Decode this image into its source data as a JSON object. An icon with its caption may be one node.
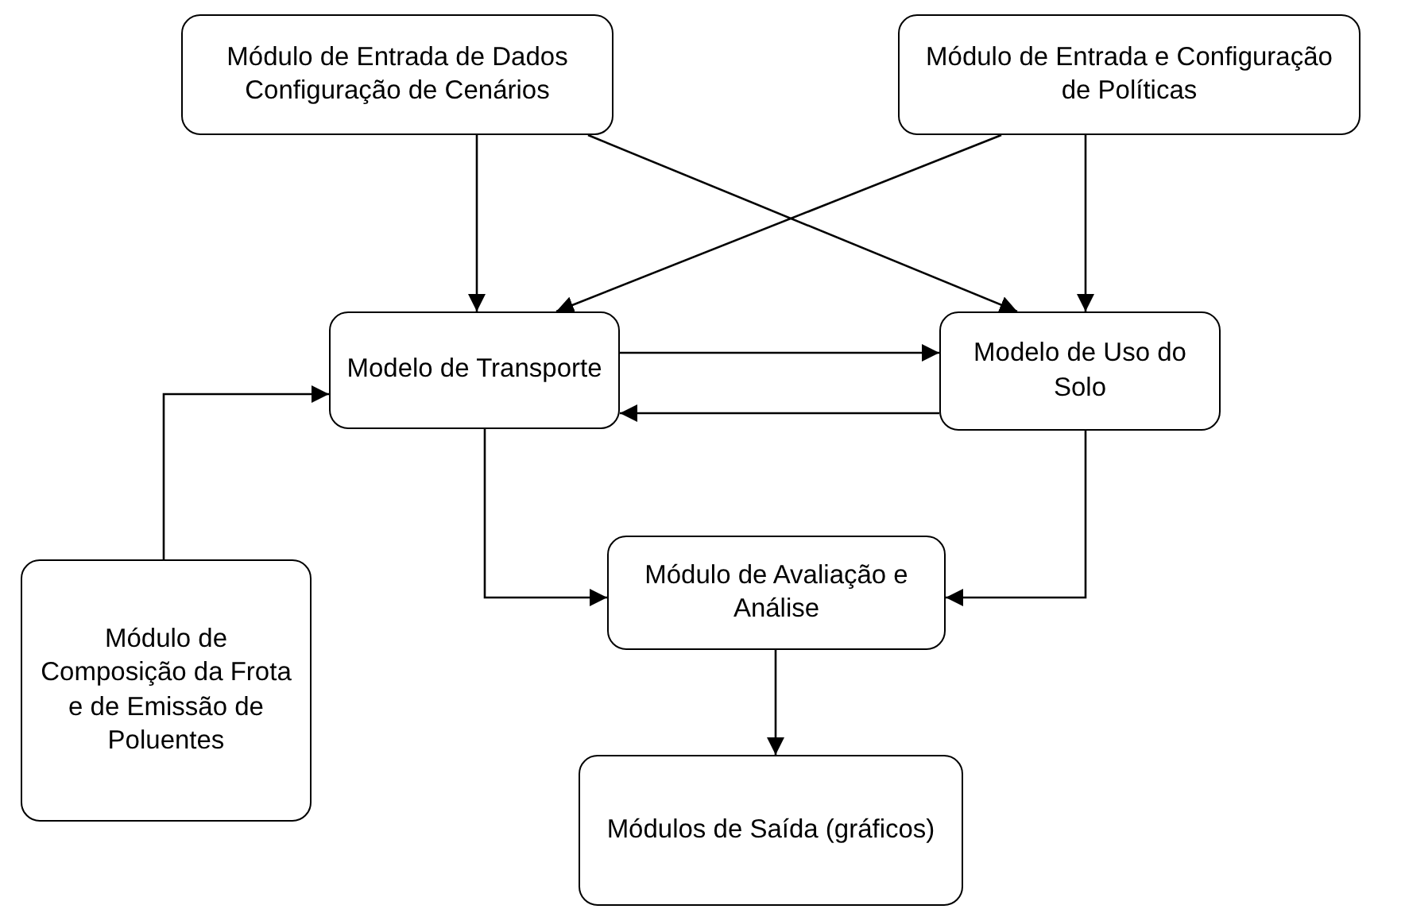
{
  "diagram": {
    "nodes": [
      {
        "text": [
          "Módulo de Entrada de Dados Configuração de Cenários"
        ]
      },
      {
        "text": [
          "Módulo de Entrada e Configuração de Políticas"
        ]
      },
      {
        "text": [
          "Modelo de Transporte"
        ]
      },
      {
        "text": [
          "Modelo de Uso do Solo"
        ]
      },
      {
        "text": [
          "Módulo de Avaliação e Análise"
        ]
      },
      {
        "text": [
          "Módulo de Composição da Frota e de Emissão de Poluentes"
        ]
      },
      {
        "text": [
          "Módulos de Saída (gráficos)"
        ]
      }
    ],
    "edges": [
      {
        "from": 0,
        "to": 2,
        "arrow": "to"
      },
      {
        "from": 0,
        "to": 3,
        "arrow": "to"
      },
      {
        "from": 1,
        "to": 2,
        "arrow": "to"
      },
      {
        "from": 1,
        "to": 3,
        "arrow": "to"
      },
      {
        "from": 2,
        "to": 3,
        "arrow": "to"
      },
      {
        "from": 3,
        "to": 2,
        "arrow": "to"
      },
      {
        "from": 2,
        "to": 4,
        "arrow": "to"
      },
      {
        "from": 3,
        "to": 4,
        "arrow": "to"
      },
      {
        "from": 5,
        "to": 2,
        "arrow": "to"
      },
      {
        "from": 4,
        "to": 6,
        "arrow": "to"
      }
    ]
  }
}
